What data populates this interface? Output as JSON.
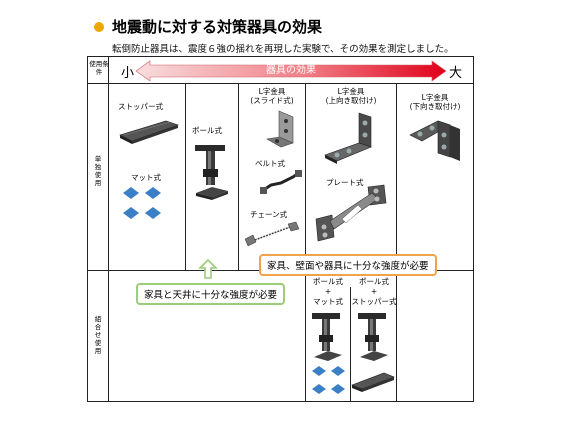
{
  "header": {
    "title": "地震動に対する対策器具の効果",
    "subtitle": "転倒防止器具は、震度６強の揺れを再現した実験で、その効果を測定しました。"
  },
  "table": {
    "condition_label": "使用条件",
    "small": "小",
    "large": "大",
    "effect_label": "器具の効果",
    "row_single": "単独使用",
    "row_combined": "組合せ使用"
  },
  "devices": {
    "stopper": "ストッパー式",
    "mat": "マット式",
    "pole": "ポール式",
    "belt": "ベルト式",
    "chain": "チェーン式",
    "l_slide": [
      "L字金具",
      "(スライド式)"
    ],
    "l_up": [
      "L字金具",
      "(上向き取付け)"
    ],
    "l_down": [
      "L字金具",
      "(下向き取付け)"
    ],
    "plate": "プレート式",
    "combo_mat": [
      "ポール式",
      "+",
      "マット式"
    ],
    "combo_stopper": [
      "ポール式",
      "+",
      "ストッパー式"
    ]
  },
  "notes": {
    "wall_strength": "家具、壁面や器具に十分な強度が必要",
    "ceiling_strength": "家具と天井に十分な強度が必要"
  },
  "colors": {
    "bullet": "#f0a800",
    "arrow_light": "#f8dede",
    "arrow_dark": "#e0001a",
    "note_orange": "#f3a24c",
    "note_green": "#9ccd7a",
    "mat_blue": "#3b7fc6"
  }
}
